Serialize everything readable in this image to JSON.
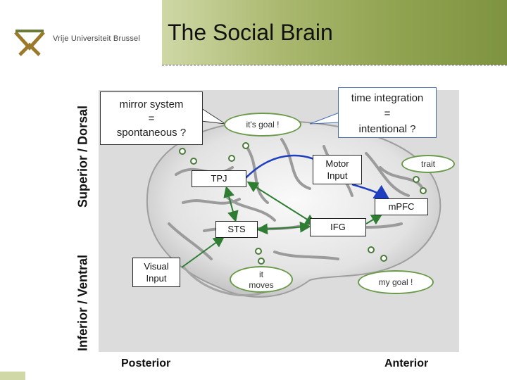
{
  "header": {
    "title": "The Social Brain",
    "university": "Vrije Universiteit Brussel",
    "logo_icon": "vub-logo-icon",
    "accent_color": "#8fa24f"
  },
  "axes": {
    "superior": "Superior / Dorsal",
    "inferior": "Inferior / Ventral",
    "posterior": "Posterior",
    "anterior": "Anterior"
  },
  "bubbles": {
    "mirror_line1": "mirror system",
    "mirror_line2": "=",
    "mirror_line3": "spontaneous ?",
    "time_line1": "time integration",
    "time_line2": "=",
    "time_line3": "intentional ?"
  },
  "clouds": {
    "its_goal": "it's goal !",
    "it_moves_1": "it",
    "it_moves_2": "moves",
    "my_goal": "my goal !",
    "trait": "trait"
  },
  "regions": {
    "tpj": "TPJ",
    "motor_1": "Motor",
    "motor_2": "Input",
    "mpfc": "mPFC",
    "sts": "STS",
    "ifg": "IFG",
    "visual_1": "Visual",
    "visual_2": "Input"
  },
  "colors": {
    "arrow_green": "#2e7d32",
    "arrow_blue": "#1f3fbf",
    "brain_gray": "#dcdcdc"
  }
}
